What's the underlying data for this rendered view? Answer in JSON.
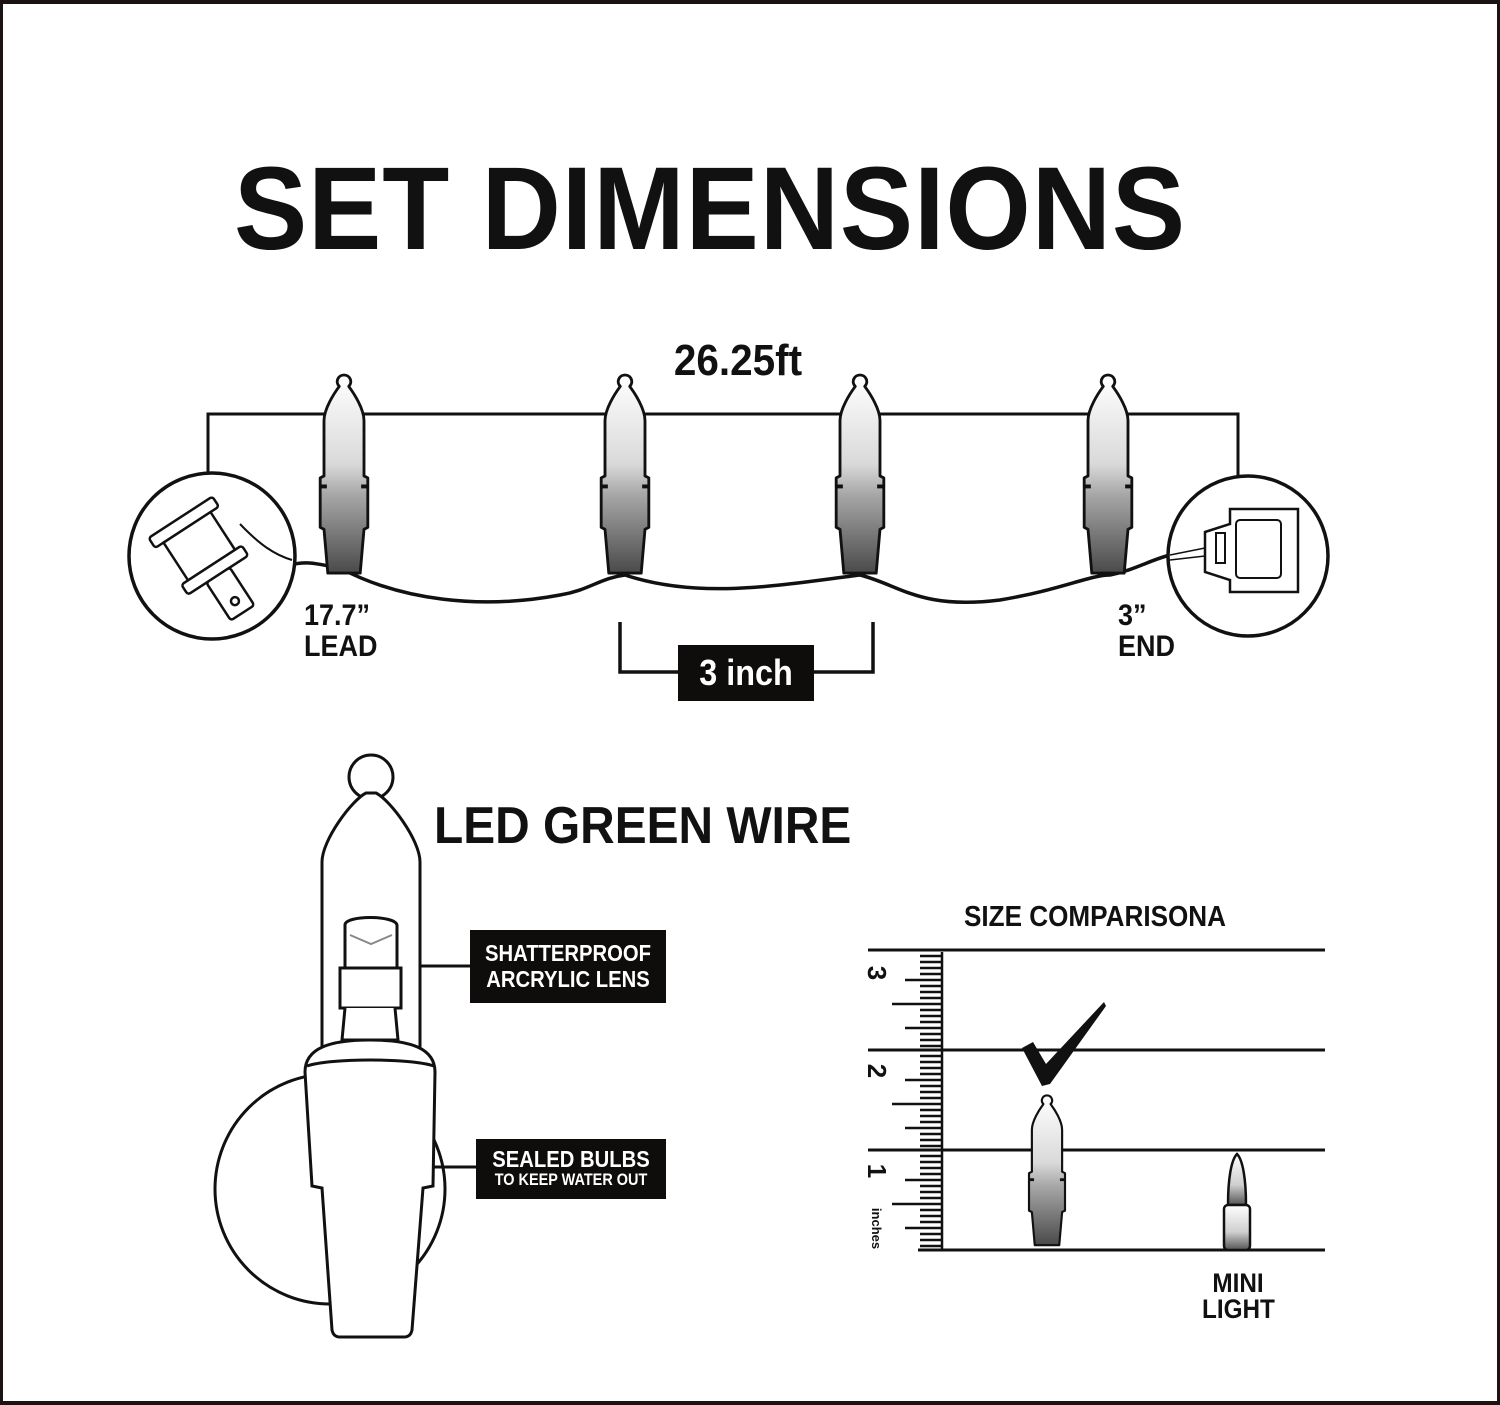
{
  "title": "SET DIMENSIONS",
  "string_diagram": {
    "total_length": "26.25ft",
    "lead": {
      "value": "17.7”",
      "label": "LEAD"
    },
    "end": {
      "value": "3”",
      "label": "END"
    },
    "spacing_label": "3 inch",
    "bulb_count_shown": 4,
    "icons": [
      "plug-icon",
      "socket-icon",
      "bulb-icon"
    ]
  },
  "bulb_detail": {
    "heading": "LED GREEN WIRE",
    "callouts": [
      {
        "line1": "SHATTERPROOF",
        "line2": "ARCRYLIC LENS"
      },
      {
        "line1": "SEALED BULBS",
        "line2": "TO KEEP WATER OUT"
      }
    ]
  },
  "size_comparison": {
    "heading": "SIZE COMPARISONA",
    "ruler": {
      "ticks": [
        "3",
        "2",
        "1"
      ],
      "unit": "inches"
    },
    "items": [
      {
        "name": "LED bulb",
        "selected": true,
        "mark": "checkmark-icon"
      },
      {
        "name": "MINI LIGHT",
        "line1": "MINI",
        "line2": "LIGHT",
        "selected": false
      }
    ]
  },
  "colors": {
    "ink": "#111111",
    "background": "#ffffff",
    "label_box": "#0f0d0c"
  }
}
